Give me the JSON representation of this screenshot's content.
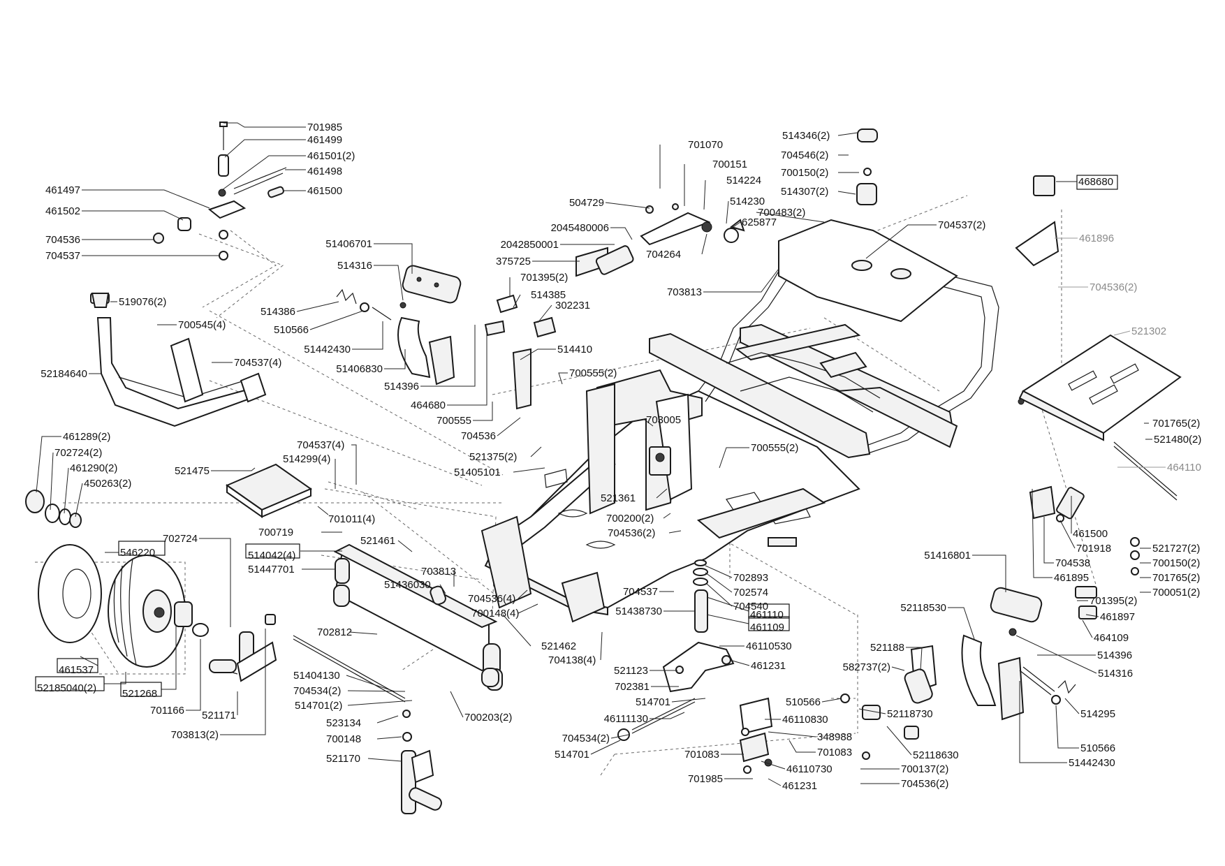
{
  "diagram": {
    "type": "exploded-parts-diagram",
    "callouts": [
      {
        "key": "c701985a",
        "text": "701985"
      },
      {
        "key": "c461499",
        "text": "461499"
      },
      {
        "key": "c461501",
        "text": "461501(2)"
      },
      {
        "key": "c461498",
        "text": "461498"
      },
      {
        "key": "c461497",
        "text": "461497"
      },
      {
        "key": "c461500a",
        "text": "461500"
      },
      {
        "key": "c461502",
        "text": "461502"
      },
      {
        "key": "c704536a",
        "text": "704536"
      },
      {
        "key": "c704537a",
        "text": "704537"
      },
      {
        "key": "c519076",
        "text": "519076(2)"
      },
      {
        "key": "c700545",
        "text": "700545(4)"
      },
      {
        "key": "c704537_4a",
        "text": "704537(4)"
      },
      {
        "key": "c52184640",
        "text": "52184640"
      },
      {
        "key": "c461289",
        "text": "461289(2)"
      },
      {
        "key": "c702724_2",
        "text": "702724(2)"
      },
      {
        "key": "c461290",
        "text": "461290(2)"
      },
      {
        "key": "c450263",
        "text": "450263(2)"
      },
      {
        "key": "c702724",
        "text": "702724"
      },
      {
        "key": "c546220",
        "text": "546220"
      },
      {
        "key": "c461537",
        "text": "461537"
      },
      {
        "key": "c52185040",
        "text": "52185040(2)"
      },
      {
        "key": "c521268",
        "text": "521268"
      },
      {
        "key": "c701166",
        "text": "701166"
      },
      {
        "key": "c521171",
        "text": "521171"
      },
      {
        "key": "c703813_2",
        "text": "703813(2)"
      },
      {
        "key": "c51406701",
        "text": "51406701"
      },
      {
        "key": "c514316a",
        "text": "514316"
      },
      {
        "key": "c514386",
        "text": "514386"
      },
      {
        "key": "c510566a",
        "text": "510566"
      },
      {
        "key": "c51442430a",
        "text": "51442430"
      },
      {
        "key": "c51406830",
        "text": "51406830"
      },
      {
        "key": "c514396a",
        "text": "514396"
      },
      {
        "key": "c464680",
        "text": "464680"
      },
      {
        "key": "c700555",
        "text": "700555"
      },
      {
        "key": "c704536b",
        "text": "704536"
      },
      {
        "key": "c521375",
        "text": "521375(2)"
      },
      {
        "key": "c51405101",
        "text": "51405101"
      },
      {
        "key": "c521475",
        "text": "521475"
      },
      {
        "key": "c704537_4b",
        "text": "704537(4)"
      },
      {
        "key": "c514299",
        "text": "514299(4)"
      },
      {
        "key": "c701011",
        "text": "701011(4)"
      },
      {
        "key": "c700719",
        "text": "700719"
      },
      {
        "key": "c514042",
        "text": "514042(4)"
      },
      {
        "key": "c521461",
        "text": "521461"
      },
      {
        "key": "c51447701",
        "text": "51447701"
      },
      {
        "key": "c703813b",
        "text": "703813"
      },
      {
        "key": "c51436030",
        "text": "51436030"
      },
      {
        "key": "c704536_4",
        "text": "704536(4)"
      },
      {
        "key": "c700148_4",
        "text": "700148(4)"
      },
      {
        "key": "c702812",
        "text": "702812"
      },
      {
        "key": "c521462",
        "text": "521462"
      },
      {
        "key": "c704138",
        "text": "704138(4)"
      },
      {
        "key": "c51404130",
        "text": "51404130"
      },
      {
        "key": "c704534_2a",
        "text": "704534(2)"
      },
      {
        "key": "c514701_2",
        "text": "514701(2)"
      },
      {
        "key": "c700203",
        "text": "700203(2)"
      },
      {
        "key": "c523134",
        "text": "523134"
      },
      {
        "key": "c700148",
        "text": "700148"
      },
      {
        "key": "c521170",
        "text": "521170"
      },
      {
        "key": "c701070",
        "text": "701070"
      },
      {
        "key": "c700151",
        "text": "700151"
      },
      {
        "key": "c514224",
        "text": "514224"
      },
      {
        "key": "c504729",
        "text": "504729"
      },
      {
        "key": "c514230",
        "text": "514230"
      },
      {
        "key": "c2045480006",
        "text": "2045480006"
      },
      {
        "key": "c625877",
        "text": "625877"
      },
      {
        "key": "c2042850001",
        "text": "2042850001"
      },
      {
        "key": "c375725",
        "text": "375725"
      },
      {
        "key": "c704264",
        "text": "704264"
      },
      {
        "key": "c701395_2a",
        "text": "701395(2)"
      },
      {
        "key": "c514385",
        "text": "514385"
      },
      {
        "key": "c302231",
        "text": "302231"
      },
      {
        "key": "c514410",
        "text": "514410"
      },
      {
        "key": "c700555_2a",
        "text": "700555(2)"
      },
      {
        "key": "c703005",
        "text": "703005"
      },
      {
        "key": "c700555_2b",
        "text": "700555(2)"
      },
      {
        "key": "c521361",
        "text": "521361"
      },
      {
        "key": "c700200",
        "text": "700200(2)"
      },
      {
        "key": "c704536_2a",
        "text": "704536(2)"
      },
      {
        "key": "c514346",
        "text": "514346(2)"
      },
      {
        "key": "c704546",
        "text": "704546(2)"
      },
      {
        "key": "c700150_2a",
        "text": "700150(2)"
      },
      {
        "key": "c514307",
        "text": "514307(2)"
      },
      {
        "key": "c700483",
        "text": "700483(2)"
      },
      {
        "key": "c704537_2",
        "text": "704537(2)"
      },
      {
        "key": "c703813c",
        "text": "703813"
      },
      {
        "key": "c468680",
        "text": "468680"
      },
      {
        "key": "c461896",
        "text": "461896"
      },
      {
        "key": "c704536_2b",
        "text": "704536(2)"
      },
      {
        "key": "c521302",
        "text": "521302"
      },
      {
        "key": "c701765_2a",
        "text": "701765(2)"
      },
      {
        "key": "c521480",
        "text": "521480(2)"
      },
      {
        "key": "c464110",
        "text": "464110"
      },
      {
        "key": "c461500b",
        "text": "461500"
      },
      {
        "key": "c701918",
        "text": "701918"
      },
      {
        "key": "c704538",
        "text": "704538"
      },
      {
        "key": "c461895",
        "text": "461895"
      },
      {
        "key": "c521727",
        "text": "521727(2)"
      },
      {
        "key": "c700150_2b",
        "text": "700150(2)"
      },
      {
        "key": "c701765_2b",
        "text": "701765(2)"
      },
      {
        "key": "c700051",
        "text": "700051(2)"
      },
      {
        "key": "c51416801",
        "text": "51416801"
      },
      {
        "key": "c701395_2b",
        "text": "701395(2)"
      },
      {
        "key": "c461897",
        "text": "461897"
      },
      {
        "key": "c464109",
        "text": "464109"
      },
      {
        "key": "c514396b",
        "text": "514396"
      },
      {
        "key": "c514316b",
        "text": "514316"
      },
      {
        "key": "c52118530",
        "text": "52118530"
      },
      {
        "key": "c521188",
        "text": "521188"
      },
      {
        "key": "c582737",
        "text": "582737(2)"
      },
      {
        "key": "c704537b",
        "text": "704537"
      },
      {
        "key": "c702893",
        "text": "702893"
      },
      {
        "key": "c702574",
        "text": "702574"
      },
      {
        "key": "c51438730",
        "text": "51438730"
      },
      {
        "key": "c704540",
        "text": "704540"
      },
      {
        "key": "c461110",
        "text": "461110"
      },
      {
        "key": "c461109",
        "text": "461109"
      },
      {
        "key": "c46110530",
        "text": "46110530"
      },
      {
        "key": "c521123",
        "text": "521123"
      },
      {
        "key": "c461231a",
        "text": "461231"
      },
      {
        "key": "c702381",
        "text": "702381"
      },
      {
        "key": "c514701b",
        "text": "514701"
      },
      {
        "key": "c46111130",
        "text": "46111130"
      },
      {
        "key": "c704534_2b",
        "text": "704534(2)"
      },
      {
        "key": "c514701c",
        "text": "514701"
      },
      {
        "key": "c510566b",
        "text": "510566"
      },
      {
        "key": "c46110830",
        "text": "46110830"
      },
      {
        "key": "c52118730",
        "text": "52118730"
      },
      {
        "key": "c348988",
        "text": "348988"
      },
      {
        "key": "c701083a",
        "text": "701083"
      },
      {
        "key": "c701083b",
        "text": "701083"
      },
      {
        "key": "c52118630",
        "text": "52118630"
      },
      {
        "key": "c46110730",
        "text": "46110730"
      },
      {
        "key": "c700137",
        "text": "700137(2)"
      },
      {
        "key": "c701985b",
        "text": "701985"
      },
      {
        "key": "c704536_2c",
        "text": "704536(2)"
      },
      {
        "key": "c461231b",
        "text": "461231"
      },
      {
        "key": "c514295",
        "text": "514295"
      },
      {
        "key": "c510566c",
        "text": "510566"
      },
      {
        "key": "c51442430b",
        "text": "51442430"
      }
    ]
  }
}
